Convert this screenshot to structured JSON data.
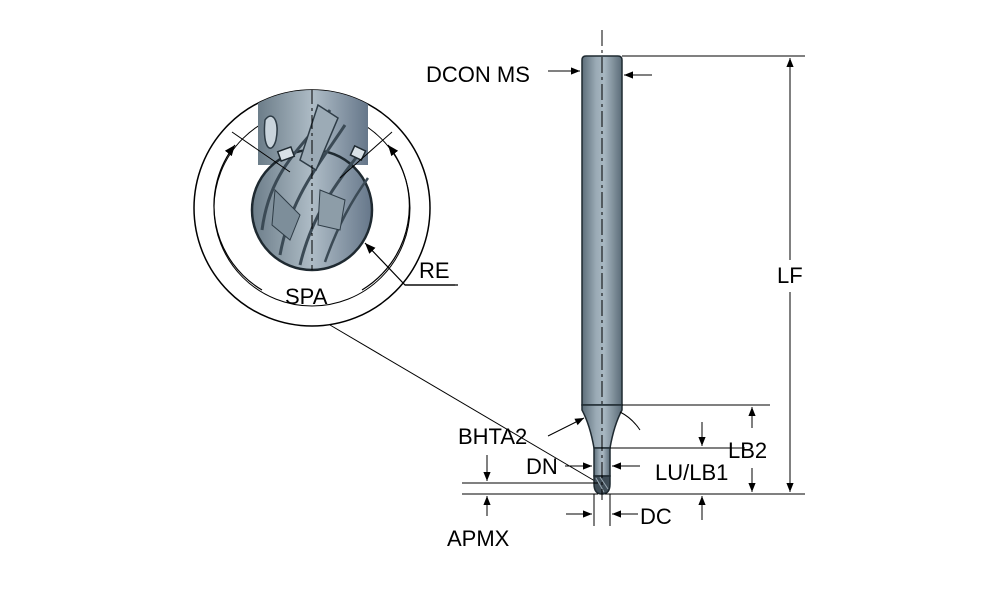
{
  "labels": {
    "dcon_ms": "DCON MS",
    "lf": "LF",
    "re": "RE",
    "spa": "SPA",
    "bhta2": "BHTA2",
    "dn": "DN",
    "lu_lb1": "LU/LB1",
    "lb2": "LB2",
    "apmx": "APMX",
    "dc": "DC"
  },
  "colors": {
    "tool_dark": "#51626e",
    "tool_mid": "#8c9ca8",
    "tool_light": "#b9c6cf",
    "line": "#000000",
    "background": "#ffffff"
  }
}
